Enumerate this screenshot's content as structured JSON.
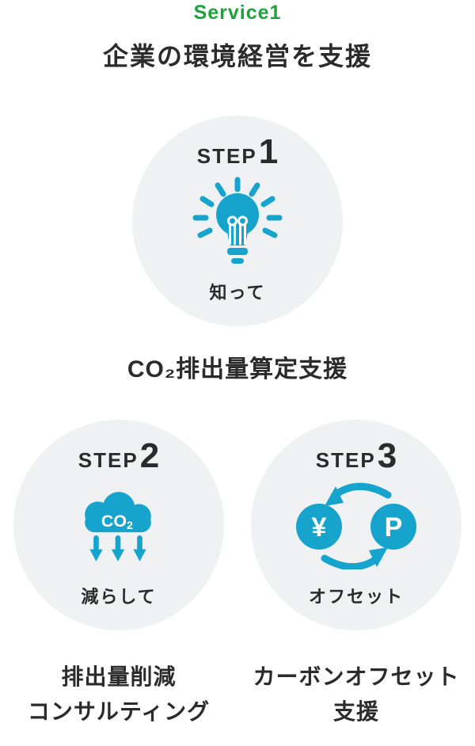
{
  "colors": {
    "accent_green": "#1ea33b",
    "accent_blue": "#16a4cd",
    "circle_bg": "#eff1f2",
    "text_dark": "#2b2b2b"
  },
  "header": {
    "service_label": "Service1",
    "title": "企業の環境経営を支援"
  },
  "steps": [
    {
      "step_word": "STEP",
      "step_number": "1",
      "icon": "lightbulb-icon",
      "keyword": "知って",
      "caption_lines": [
        "CO₂排出量算定支援"
      ]
    },
    {
      "step_word": "STEP",
      "step_number": "2",
      "icon": "co2-cloud-down-arrows-icon",
      "keyword": "減らして",
      "caption_lines": [
        "排出量削減",
        "コンサルティング"
      ]
    },
    {
      "step_word": "STEP",
      "step_number": "3",
      "icon": "yen-point-cycle-icon",
      "keyword": "オフセット",
      "caption_lines": [
        "カーボンオフセット",
        "支援"
      ]
    }
  ],
  "icons": {
    "co2_cloud": {
      "co": "CO",
      "sub": "2"
    },
    "cycle": {
      "yen": "¥",
      "point": "P"
    }
  }
}
